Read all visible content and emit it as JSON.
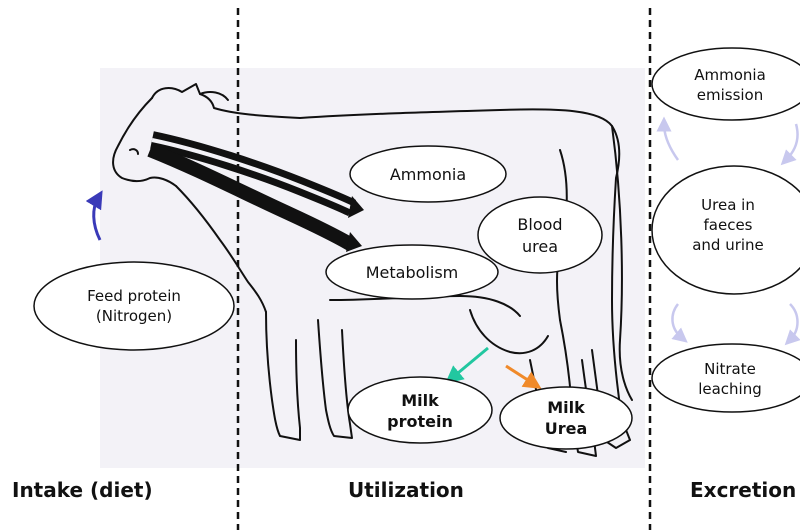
{
  "sections": {
    "intake": "Intake (diet)",
    "utilization": "Utilization",
    "excretion": "Excretion"
  },
  "nodes": {
    "feed_protein": [
      "Feed protein",
      "(Nitrogen)"
    ],
    "ammonia": [
      "Ammonia"
    ],
    "blood_urea": [
      "Blood",
      "urea"
    ],
    "metabolism": [
      "Metabolism"
    ],
    "milk_protein": [
      "Milk",
      "protein"
    ],
    "milk_urea": [
      "Milk",
      "Urea"
    ],
    "ammonia_emission": [
      "Ammonia",
      "emission"
    ],
    "urea_faeces_urine": [
      "Urea in",
      "faeces",
      "and urine"
    ],
    "nitrate_leaching": [
      "Nitrate",
      "leaching"
    ]
  },
  "colors": {
    "intake_arrow": "#3a3ab8",
    "milk_protein_arrow": "#22c7a0",
    "milk_urea_arrow": "#f08a2a",
    "excretion_cycle_arrows": "#c8c8ee",
    "cow_background": "#f3f2f7"
  }
}
